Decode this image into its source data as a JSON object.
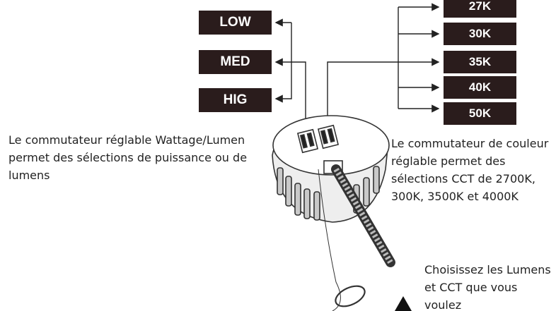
{
  "wattage_options": [
    "LOW",
    "MED",
    "HIG"
  ],
  "cct_options": [
    "27K",
    "30K",
    "35K",
    "40K",
    "50K"
  ],
  "captions": {
    "wattage_switch": "Le commutateur réglable Wattage/Lumen permet des sélections de puissance ou de lumens",
    "color_switch": "Le commutateur de couleur réglable permet des sélections CCT de 2700K, 300K, 3500K et 4000K",
    "choose": "Choisissez les Lumens et CCT que vous voulez"
  },
  "colors": {
    "label_box": "#2a1c1c",
    "line": "#222222"
  }
}
